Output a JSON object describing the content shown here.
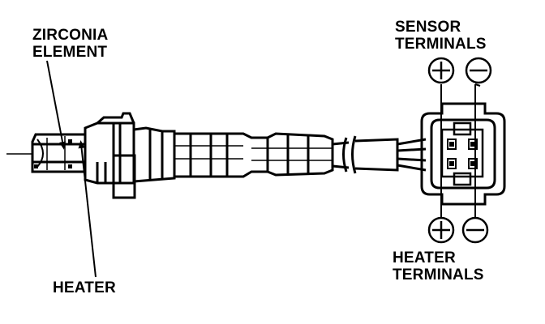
{
  "labels": {
    "zirconia_line1": "ZIRCONIA",
    "zirconia_line2": "ELEMENT",
    "sensor_line1": "SENSOR",
    "sensor_line2": "TERMINALS",
    "heater": "HEATER",
    "heater_terms_line1": "HEATER",
    "heater_terms_line2": "TERMINALS"
  },
  "terminal_symbols": {
    "sensor_positive": "+",
    "sensor_negative": "−",
    "heater_positive": "+",
    "heater_negative": "−"
  },
  "colors": {
    "ink": "#000000",
    "paper": "#ffffff"
  }
}
